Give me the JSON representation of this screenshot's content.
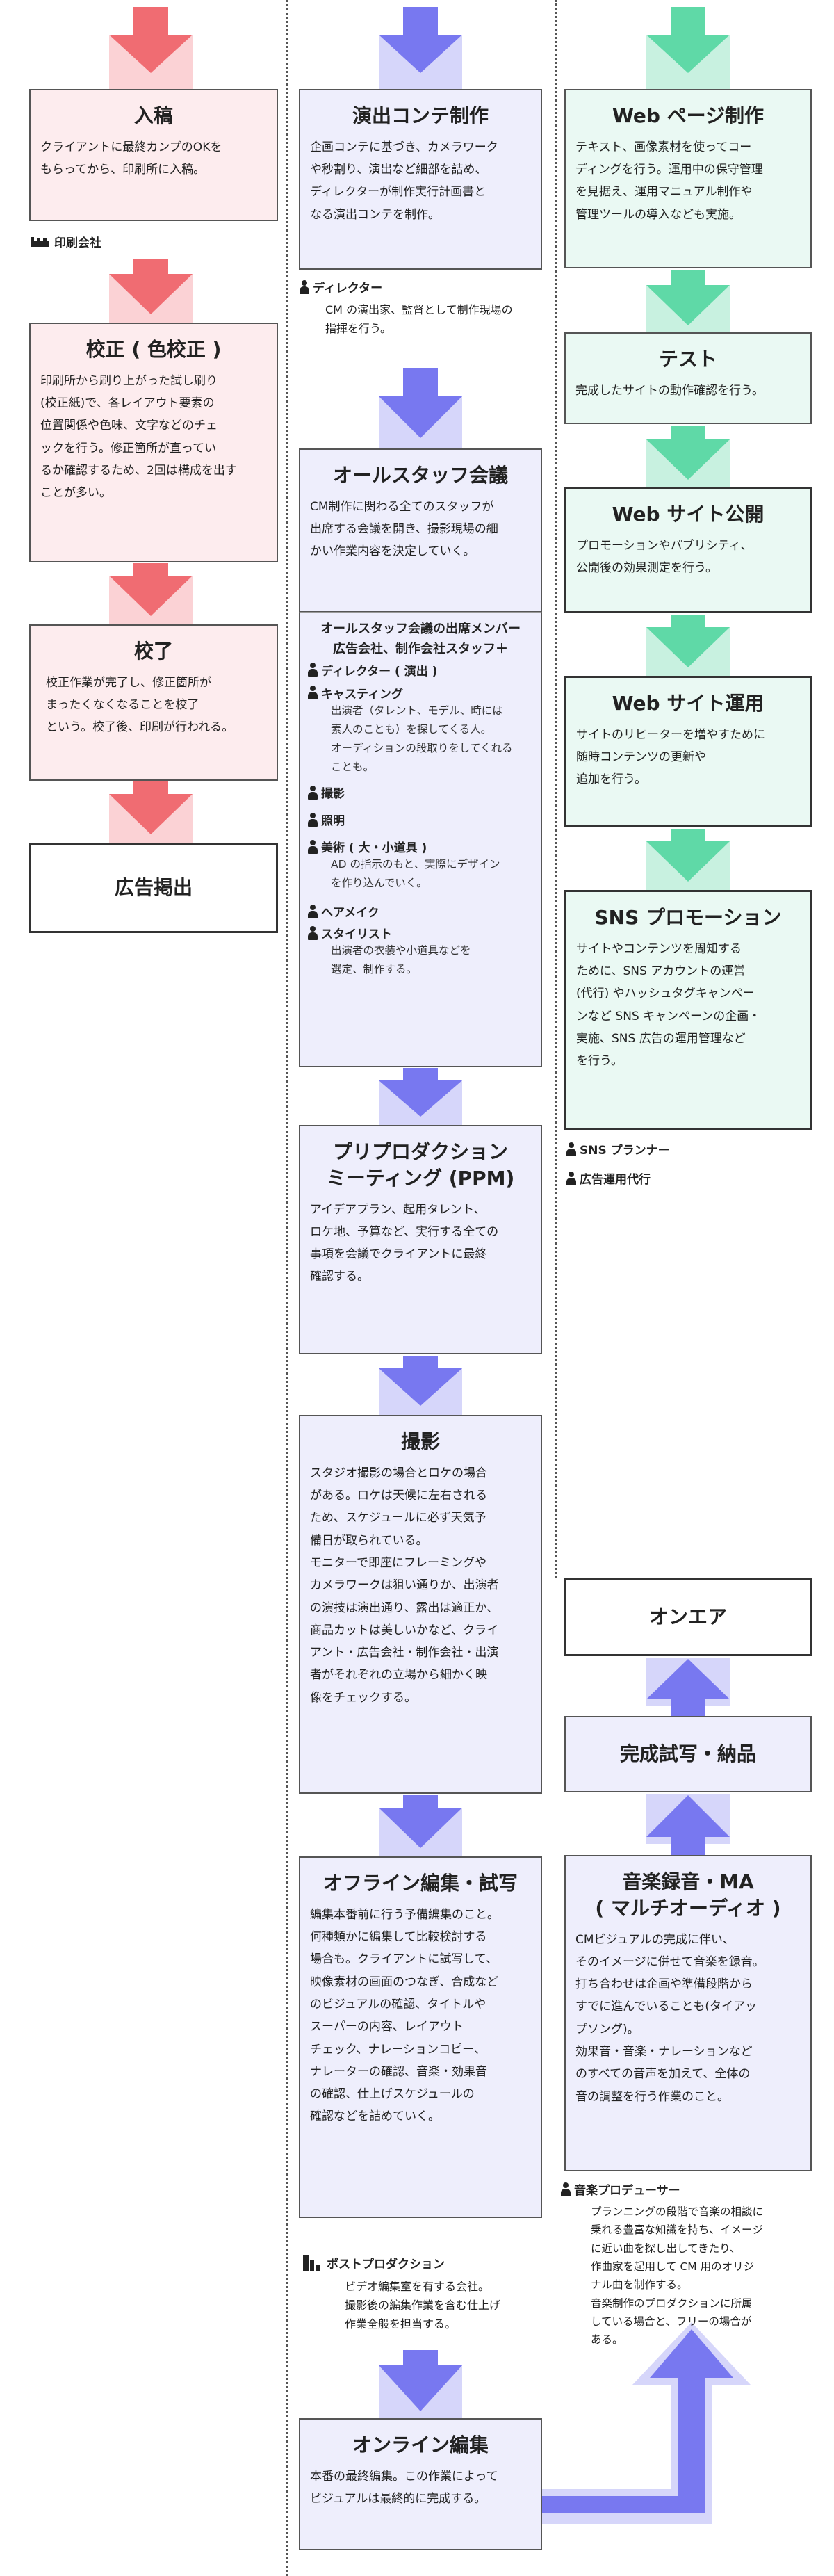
{
  "colors": {
    "pink_arrow": "#f06c72",
    "pink_bg": "#fbd2d5",
    "blue_arrow": "#7878f0",
    "blue_bg": "#d6d6fa",
    "green_arrow": "#5fd9a7",
    "green_bg": "#c8f1e0"
  },
  "col1": {
    "nyuko": {
      "title": "入稿",
      "desc": "クライアントに最終カンプのOKを\nもらってから、印刷所に入稿。"
    },
    "printer_role": "印刷会社",
    "kosei": {
      "title": "校正 ( 色校正 )",
      "desc": "印刷所から刷り上がった試し刷り\n(校正紙)で、各レイアウト要素の\n位置関係や色味、文字などのチェ\nックを行う。修正箇所が直ってい\nるか確認するため、2回は構成を出す\nことが多い。"
    },
    "koryo": {
      "title": "校了",
      "desc": "校正作業が完了し、修正箇所が\nまったくなくなることを校了\nという。校了後、印刷が行われる。"
    },
    "keisai": {
      "title": "広告掲出"
    }
  },
  "col2": {
    "conte": {
      "title": "演出コンテ制作",
      "desc": "企画コンテに基づき、カメラワーク\nや秒割り、演出など細部を詰め、\nディレクターが制作実行計画書と\nなる演出コンテを制作。"
    },
    "director_role": "ディレクター",
    "director_desc": "CM の演出家、監督として制作現場の\n指揮を行う。",
    "allstaff": {
      "title": "オールスタッフ会議",
      "desc": "CM制作に関わる全てのスタッフが\n出席する会議を開き、撮影現場の細\nかい作業内容を決定していく。"
    },
    "members": {
      "header1": "オールスタッフ会議の出席メンバー",
      "header2": "広告会社、制作会社スタッフ＋",
      "items": [
        {
          "name": "ディレクター ( 演出 )",
          "sub": ""
        },
        {
          "name": "キャスティング",
          "sub": "出演者（タレント、モデル、時には\n素人のことも）を探してくる人。\nオーディションの段取りをしてくれる\nことも。"
        },
        {
          "name": "撮影",
          "sub": ""
        },
        {
          "name": "照明",
          "sub": ""
        },
        {
          "name": "美術 ( 大・小道具 )",
          "sub": "AD の指示のもと、実際にデザイン\nを作り込んでいく。"
        },
        {
          "name": "ヘアメイク",
          "sub": ""
        },
        {
          "name": "スタイリスト",
          "sub": "出演者の衣装や小道具などを\n選定、制作する。"
        }
      ]
    },
    "ppm": {
      "title1": "プリプロダクション",
      "title2": "ミーティング (PPM)",
      "desc": "アイデアプラン、起用タレント、\nロケ地、予算など、実行する全ての\n事項を会議でクライアントに最終\n確認する。"
    },
    "satsuei": {
      "title": "撮影",
      "desc": "スタジオ撮影の場合とロケの場合\nがある。ロケは天候に左右される\nため、スケジュールに必ず天気予\n備日が取られている。\nモニターで即座にフレーミングや\nカメラワークは狙い通りか、出演者\nの演技は演出通り、露出は適正か、\n商品カットは美しいかなど、クライ\nアント・広告会社・制作会社・出演\n者がそれぞれの立場から細かく映\n像をチェックする。"
    },
    "offline": {
      "title": "オフライン編集・試写",
      "desc": "編集本番前に行う予備編集のこと。\n何種類かに編集して比較検討する\n場合も。クライアントに試写して、\n映像素材の画面のつなぎ、合成など\nのビジュアルの確認、タイトルや\nスーパーの内容、レイアウト\nチェック、ナレーションコピー、\nナレーターの確認、音楽・効果音\nの確認、仕上げスケジュールの\n確認などを詰めていく。"
    },
    "post_role": "ポストプロダクション",
    "post_desc": "ビデオ編集室を有する会社。\n撮影後の編集作業を含む仕上げ\n作業全般を担当する。",
    "online": {
      "title": "オンライン編集",
      "desc": "本番の最終編集。この作業によって\nビジュアルは最終的に完成する。"
    }
  },
  "col3": {
    "web": {
      "title": "Web ページ制作",
      "desc": "テキスト、画像素材を使ってコー\nディングを行う。運用中の保守管理\nを見据え、運用マニュアル制作や\n管理ツールの導入なども実施。"
    },
    "test": {
      "title": "テスト",
      "desc": "完成したサイトの動作確認を行う。"
    },
    "koukai": {
      "title": "Web サイト公開",
      "desc": "プロモーションやパブリシティ、\n公開後の効果測定を行う。"
    },
    "unyou": {
      "title": "Web サイト運用",
      "desc": "サイトのリピーターを増やすために\n随時コンテンツの更新や\n追加を行う。"
    },
    "sns": {
      "title": "SNS プロモーション",
      "desc": "サイトやコンテンツを周知する\nために、SNS アカウントの運営\n(代行) やハッシュタグキャンペー\nンなど SNS キャンペーンの企画・\n実施、SNS 広告の運用管理など\nを行う。"
    },
    "sns_role": "SNS プランナー",
    "ad_role": "広告運用代行",
    "onair": {
      "title": "オンエア"
    },
    "nouhin": {
      "title": "完成試写・納品"
    },
    "ongaku": {
      "title1": "音楽録音・MA",
      "title2": "( マルチオーディオ )",
      "desc": "CMビジュアルの完成に伴い、\nそのイメージに併せて音楽を録音。\n打ち合わせは企画や準備段階から\nすでに進んでいることも(タイアッ\nプソング)。\n効果音・音楽・ナレーションなど\nのすべての音声を加えて、全体の\n音の調整を行う作業のこと。"
    },
    "music_role": "音楽プロデューサー",
    "music_desc": "プランニングの段階で音楽の相談に\n乗れる豊富な知識を持ち、イメージ\nに近い曲を探し出してきたり、\n作曲家を起用して CM 用のオリジ\nナル曲を制作する。\n音楽制作のプロダクションに所属\nしている場合と、フリーの場合が\nある。"
  }
}
